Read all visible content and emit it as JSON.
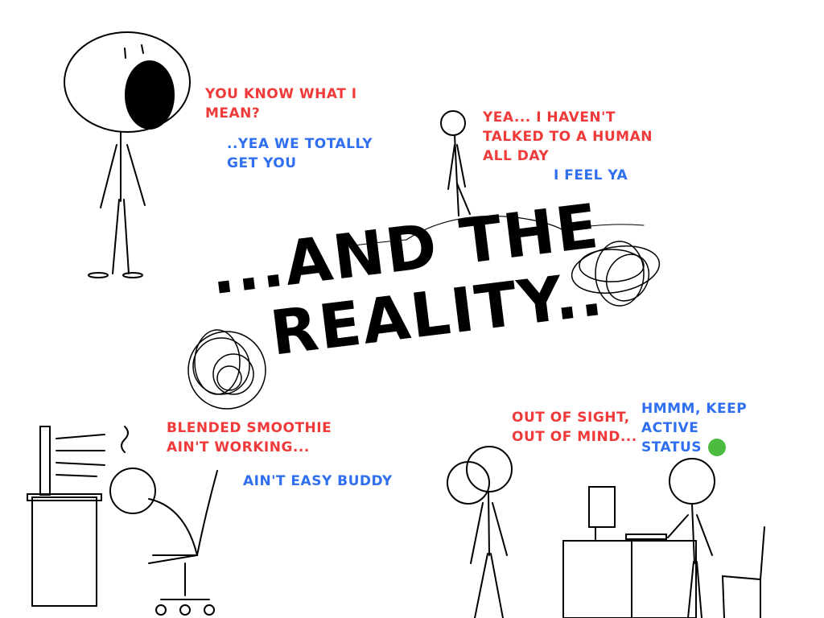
{
  "title": {
    "line1": "...AND THE",
    "line2": "REALITY.."
  },
  "bubbles": {
    "you_know": "YOU KNOW WHAT I\nMEAN?",
    "totally": "..YEA WE TOTALLY\nGET YOU",
    "havent_talked": "YEA... I HAVEN'T\nTALKED TO A HUMAN\nALL DAY",
    "feel_ya": "I FEEL YA",
    "smoothie": "BLENDED SMOOTHIE\nAIN'T WORKING...",
    "easy_buddy": "AIN'T EASY BUDDY",
    "out_of_sight": "OUT OF SIGHT,\nOUT OF MIND...",
    "active_status": "HMMM, KEEP ACTIVE\nSTATUS"
  },
  "colors": {
    "red": "#f03a3a",
    "blue": "#2f6ff0",
    "status_green": "#4cbb3f"
  }
}
